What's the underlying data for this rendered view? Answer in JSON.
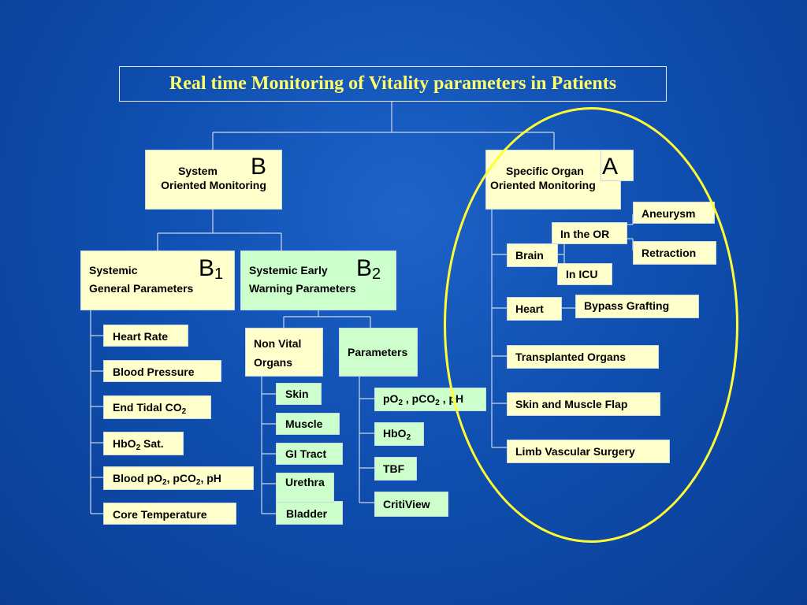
{
  "title": "Real time Monitoring of Vitality parameters in Patients",
  "colors": {
    "title_text": "#ffff66",
    "ellipse": "#ffff33",
    "box_cream": "#ffffcc",
    "box_mint": "#ccffcc",
    "background": "#0f4fb0"
  },
  "system": {
    "line1": "System",
    "line2": "Oriented Monitoring",
    "marker": "B"
  },
  "specific": {
    "line1": "Specific Organ",
    "line2": "Oriented Monitoring",
    "marker": "A"
  },
  "systemic_general": {
    "line1": "Systemic",
    "line2": "General Parameters",
    "marker": "B",
    "marker_sub": "1"
  },
  "systemic_early": {
    "line1": "Systemic Early",
    "line2": "Warning Parameters",
    "marker": "B",
    "marker_sub": "2"
  },
  "general_items": {
    "heart_rate": "Heart Rate",
    "blood_pressure": "Blood Pressure",
    "end_tidal": {
      "text": "End Tidal CO",
      "sub": "2"
    },
    "hbo2_sat": {
      "pre": "HbO",
      "sub": "2",
      "post": " Sat."
    },
    "blood_po2": {
      "a": "Blood pO",
      "a_sub": "2",
      "b": ", pCO",
      "b_sub": "2",
      "c": ", pH"
    },
    "core_temperature": "Core Temperature"
  },
  "non_vital": {
    "line1": "Non Vital",
    "line2": "Organs",
    "items": [
      "Skin",
      "Muscle",
      "GI Tract",
      "Urethra",
      "Bladder"
    ]
  },
  "parameters": {
    "label": "Parameters",
    "po2": {
      "a": "pO",
      "a_sub": "2",
      "b": " , pCO",
      "b_sub": "2",
      "c": " , pH"
    },
    "hbo2": {
      "a": "HbO",
      "a_sub": "2"
    },
    "tbf": "TBF",
    "critiview": "CritiView"
  },
  "organs": {
    "brain": "Brain",
    "in_or": "In the OR",
    "in_icu": "In ICU",
    "aneurysm": "Aneurysm",
    "retraction": "Retraction",
    "heart": "Heart",
    "bypass": "Bypass Grafting",
    "transplanted": "Transplanted Organs",
    "skin_muscle_flap": "Skin and Muscle Flap",
    "limb_vascular": "Limb Vascular Surgery"
  }
}
